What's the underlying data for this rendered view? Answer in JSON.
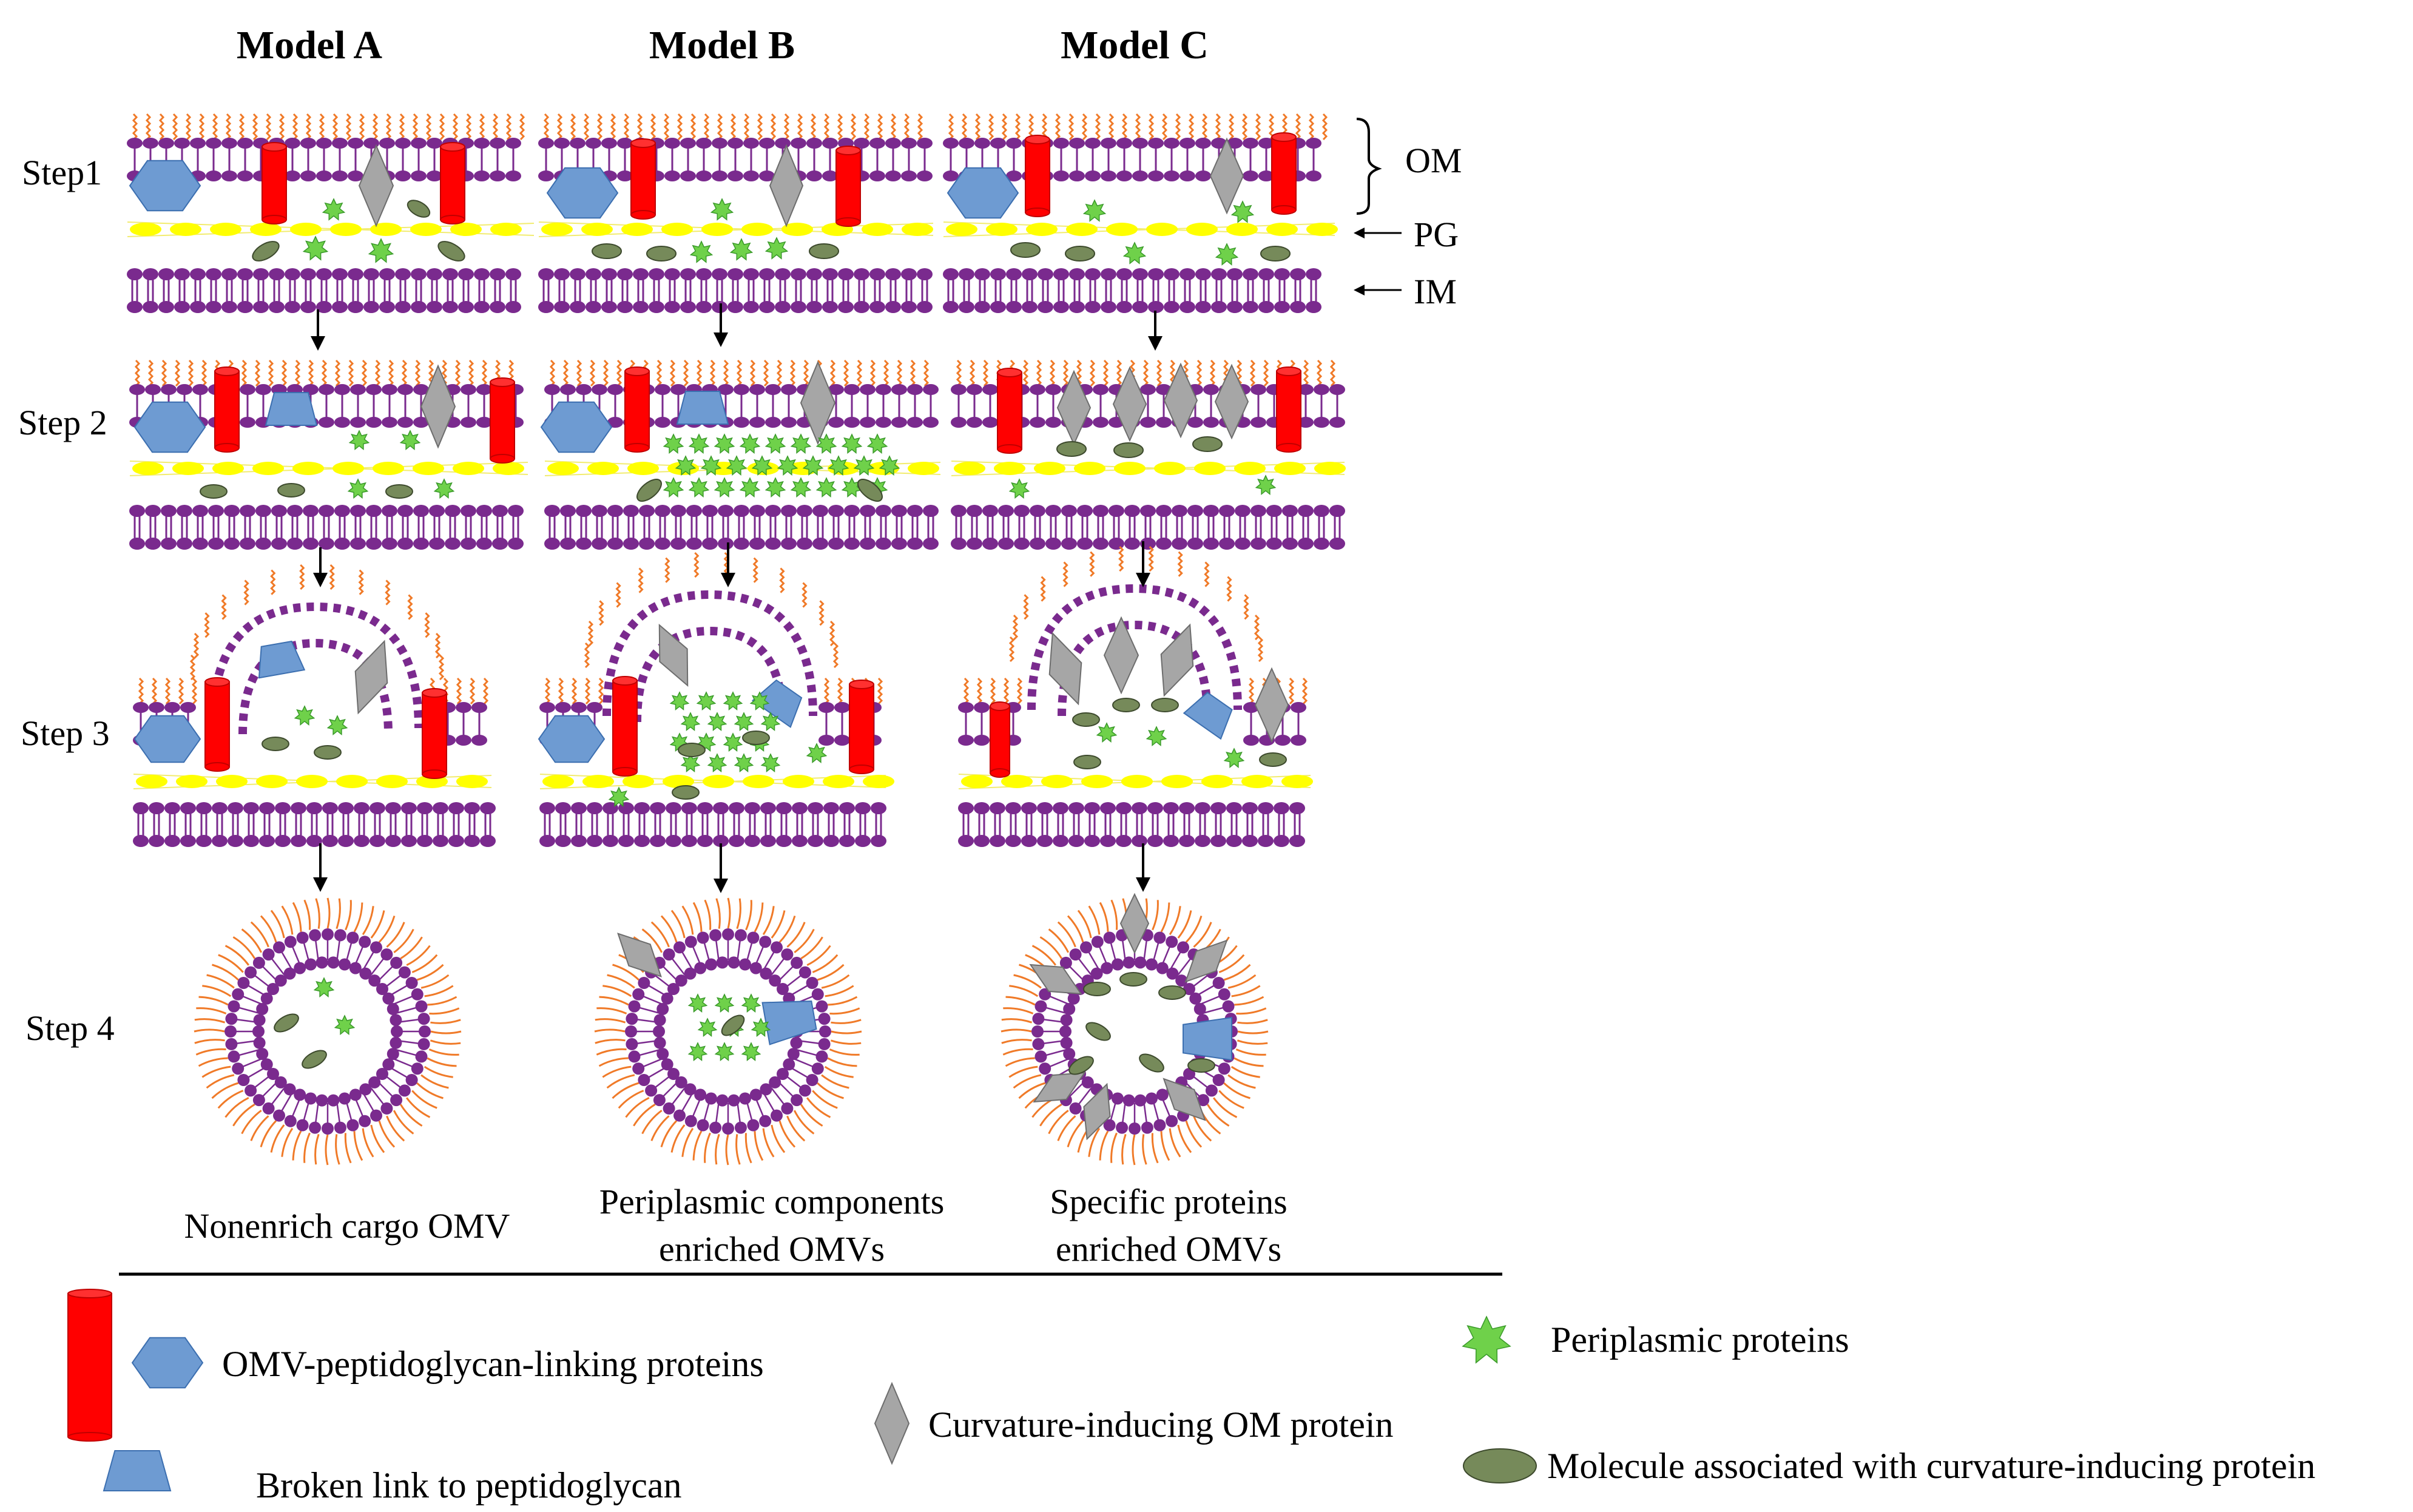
{
  "models": [
    {
      "title": "Model A",
      "caption": "Nonenrich cargo OMV"
    },
    {
      "title": "Model B",
      "caption": "Periplasmic components enriched OMVs"
    },
    {
      "title": "Model C",
      "caption": "Specific proteins enriched OMVs"
    }
  ],
  "steps": [
    "Step1",
    "Step 2",
    "Step 3",
    "Step 4"
  ],
  "layers": {
    "om": "OM",
    "pg": "PG",
    "im": "IM"
  },
  "legend": {
    "linking": "OMV-peptidoglycan-linking proteins",
    "broken": "Broken link to peptidoglycan",
    "curvature": "Curvature-inducing OM protein",
    "periplasmic": "Periplasmic proteins",
    "molecule": "Molecule associated with curvature-inducing protein"
  },
  "colors": {
    "lipid_tail": "#f07a28",
    "lipid_head": "#7a2a8e",
    "peptidoglycan": "#ffff00",
    "linking_protein": "#ff0000",
    "linking_hexagon": "#6e9bd2",
    "curvature_protein": "#a6a6a6",
    "periplasmic_protein": "#6fd14a",
    "curvature_molecule": "#768a5a"
  }
}
